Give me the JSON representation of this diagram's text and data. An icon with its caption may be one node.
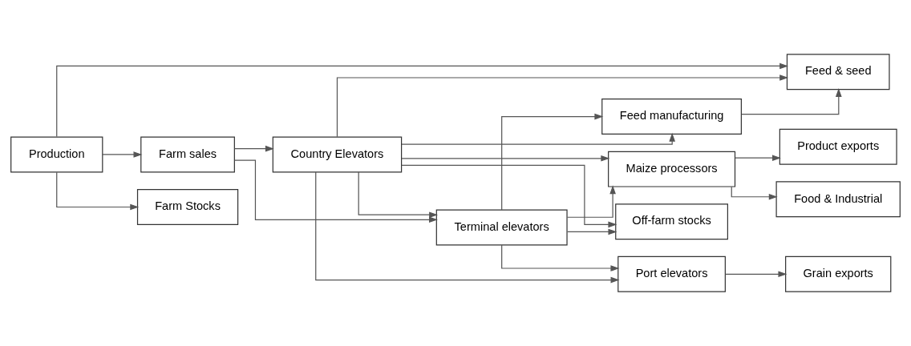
{
  "diagram": {
    "nodes": [
      {
        "text": [
          "Production"
        ]
      },
      {
        "text": [
          "Farm sales"
        ]
      },
      {
        "text": [
          "Farm Stocks"
        ]
      },
      {
        "text": [
          "Country Elevators"
        ]
      },
      {
        "text": [
          "Off-farm stocks"
        ]
      },
      {
        "text": [
          "Terminal elevators"
        ]
      },
      {
        "text": [
          "Feed manufacturing"
        ]
      },
      {
        "text": [
          "Maize processors"
        ]
      },
      {
        "text": [
          "Port elevators"
        ]
      },
      {
        "text": [
          "Feed & seed"
        ]
      },
      {
        "text": [
          "Food & Industrial"
        ]
      },
      {
        "text": [
          "Product exports"
        ]
      },
      {
        "text": [
          "Grain exports"
        ]
      }
    ],
    "edges": [
      {
        "from": 0,
        "to": 9,
        "arrow": "to"
      },
      {
        "from": 0,
        "to": 1,
        "arrow": "to"
      },
      {
        "from": 0,
        "to": 2,
        "arrow": "to"
      },
      {
        "from": 1,
        "to": 3,
        "arrow": "to"
      },
      {
        "from": 1,
        "to": 5,
        "arrow": "to"
      },
      {
        "from": 3,
        "to": 9,
        "arrow": "to"
      },
      {
        "from": 3,
        "to": 4,
        "arrow": "to"
      },
      {
        "from": 5,
        "to": 4,
        "arrow": "to"
      },
      {
        "from": 3,
        "to": 5,
        "arrow": "to"
      },
      {
        "from": 3,
        "to": 6,
        "arrow": "to"
      },
      {
        "from": 3,
        "to": 7,
        "arrow": "to"
      },
      {
        "from": 3,
        "to": 8,
        "arrow": "to"
      },
      {
        "from": 5,
        "to": 6,
        "arrow": "to"
      },
      {
        "from": 5,
        "to": 7,
        "arrow": "to"
      },
      {
        "from": 5,
        "to": 8,
        "arrow": "to"
      },
      {
        "from": 6,
        "to": 9,
        "arrow": "to"
      },
      {
        "from": 7,
        "to": 10,
        "arrow": "to"
      },
      {
        "from": 7,
        "to": 11,
        "arrow": "to"
      },
      {
        "from": 8,
        "to": 12,
        "arrow": "to"
      }
    ]
  }
}
